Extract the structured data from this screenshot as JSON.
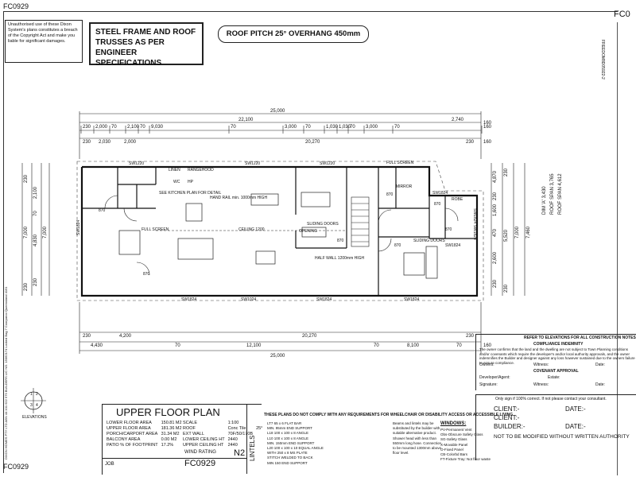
{
  "sheet": {
    "ref_top": "FC0929",
    "ref_top_right": "FC0",
    "ref_bottom": "FC0929",
    "right_vertical_code": "FREEDOM8D05922-2"
  },
  "copyright": {
    "text": "Unauthorised use of these Dixon System's plans constitutes a breach of the Copyright Act and make you liable for significant damages."
  },
  "notes": {
    "steel_frame": "STEEL FRAME AND ROOF TRUSSES AS PER ENGINEER SPECIFICATIONS",
    "roof_pitch": "ROOF PITCH 25° OVERHANG 450mm"
  },
  "dims_top": {
    "overall": "25,000",
    "row2": [
      "22,100",
      "2,740",
      "160"
    ],
    "row3": [
      "230",
      "2,000",
      "70",
      "2,100",
      "70",
      "9,030",
      "70",
      "3,000",
      "70",
      "1,030",
      "1,030",
      "70",
      "3,000",
      "70",
      "160"
    ],
    "row4": [
      "230",
      "2,030",
      "2,000",
      "20,270",
      "230",
      "160"
    ]
  },
  "dims_bottom": {
    "row1": [
      "230",
      "4,200",
      "20,270",
      "230"
    ],
    "row2": [
      "4,430",
      "70",
      "12,100",
      "70",
      "8,100",
      "70",
      "160"
    ],
    "overall": "25,000"
  },
  "dims_left": [
    "230",
    "2,100",
    "70",
    "4,830",
    "230",
    "7,000",
    "7,000",
    "230"
  ],
  "dims_right": [
    "4,870",
    "230",
    "1,600",
    "5,520",
    "470",
    "2,600",
    "230",
    "7,000",
    "7,460",
    "230",
    "230"
  ],
  "dims_right_text": [
    "DIM 'A' 3,430",
    "ROOF SPAN 3,765",
    "ROOF SPAN 4,612"
  ],
  "plan_labels": {
    "w1": "SW1220",
    "w2": "SW1220",
    "w3": "SW1220",
    "w4": "SW1824",
    "w5": "SW1024",
    "w6": "SW1824",
    "w7": "SW1824",
    "w8": "SW1824",
    "w9": "SW1824",
    "w10": "SW1824",
    "linen": "LINEN",
    "rangehood": "RANGEHOOD",
    "wc": "WC",
    "hp": "HP",
    "see_kitchen": "SEE KITCHEN PLAN FOR DETAIL",
    "handrail": "HAND RAIL min. 1000mm HIGH",
    "full_screen_top": "FULL SCREEN",
    "full_screen_left": "FULL SCREEN",
    "half_wall": "HALF WALL 1200mm HIGH",
    "sliding1": "SLIDING DOORS",
    "sliding2": "SLIDING DOORS",
    "opening1": "OPENING",
    "d870a": "870",
    "d870b": "870",
    "d870c": "870",
    "d870d": "870",
    "d870e": "870",
    "d870f": "870",
    "d870g": "870",
    "mirror": "MIRROR",
    "robe": "ROBE",
    "right_vert": "SW1824 SW1824",
    "ceiling": "CEILING 1200"
  },
  "elevations": {
    "label": "ELEVATIONS",
    "n1": "1",
    "n2": "2",
    "n3": "3",
    "n4": "4"
  },
  "left_vertical_text": "DIXON HOMES PTY LTD ABN 44 101 622 579 BUILDERS LIC NO. 15062174 Locked Bag 7 Coorparoo Queensland 4151",
  "title_block": {
    "plan_title": "UPPER FLOOR PLAN",
    "job_label": "JOB",
    "job_no": "FC0929",
    "area_rows": [
      [
        "LOWER FLOOR AREA",
        "150.81 M2"
      ],
      [
        "UPPER FLOOR AREA",
        "181.36 M2"
      ],
      [
        "PORCH/CARPORT AREA",
        "31.34 M2"
      ],
      [
        "BALCONY AREA",
        "0.00 M2"
      ],
      [
        "PATIO % OF FOOTPRINT",
        "17.2%"
      ]
    ],
    "spec_rows": [
      [
        "SCALE",
        "1:100"
      ],
      [
        "ROOF",
        "Conc Tile",
        "25°"
      ],
      [
        "EXT WALL",
        "70F/50/170B"
      ],
      [
        "LOWER CEILING HT",
        "2440"
      ],
      [
        "UPPER CEILING HT",
        "2440"
      ]
    ],
    "wind_rating_label": "WIND RATING",
    "wind_rating": "N2",
    "lintels_label": "LINTELS",
    "disclaimer": "THESE PLANS DO NOT COMPLY WITH ANY REQUIREMENTS FOR WHEELCHAIR OR DISABILITY ACCESS OR ACCESSIBLE LIVING",
    "lintels": [
      "LT7 65 x 6 FLAT BAR",
      "MIN. 95mm END SUPPORT",
      "L18 100 x 100 x 8 ANGLE",
      "L10 100 x 100 x 8 ANGLE",
      "MIN. 150mm END SUPPORT",
      "L20 100 x 100 x 10 EQUAL ANGLE",
      "WITH 250 x 8 MS PLATE",
      "STITCH WELDED TO BACK",
      "MIN 150 END SUPPORT"
    ],
    "bearer_notes": [
      "Beams and lintels may be",
      "substituted by the builder with",
      "suitable alternative product.",
      "Shower head with less than",
      "550mm long hose. Connection",
      "to be mounted 1300mm above",
      "floor level."
    ],
    "windows_title": "WINDOWS:",
    "windows": [
      "PV-Permanent Vent",
      "Obs-Obscure Safety Glass",
      "SG-Safety Glass",
      "X-Movable Panel",
      "O-Fixed Panel",
      "CB-Colorbd Bars",
      "FT-Fixture Tray: Not floor waste"
    ]
  },
  "construction_panel": {
    "header": "REFER TO ELEVATIONS FOR ALL CONSTRUCTION NOTES",
    "indemnity_title": "COMPLIANCE INDEMNITY",
    "indemnity_text": "The owner confirms that the land and the dwelling are not subject to Town Planning conditions and/or covenants which require the developer's and/or local authority approvals, and the owner indemnifies the Builder and designer against any loss however sustained due to the owners failure to ensure compliance.",
    "owners": "Owners:",
    "witness1": "Witness:",
    "date1": "Date:",
    "covenant_title": "COVENANT APPROVAL",
    "developer": "Developer/Agent:",
    "estate": "Estate:",
    "signature": "Signature:",
    "witness2": "Witness:",
    "date2": "Date:"
  },
  "client_panel": {
    "only_sign": "Only sign if 100% correct. If not please contact your consultant.",
    "client1": "CLIENT:-",
    "date1": "DATE:-",
    "client2": "CLIENT:-",
    "builder": "BUILDER:-",
    "date2": "DATE:-",
    "not_modified": "NOT TO BE MODIFIED WITHOUT WRITTEN AUTHORITY"
  }
}
